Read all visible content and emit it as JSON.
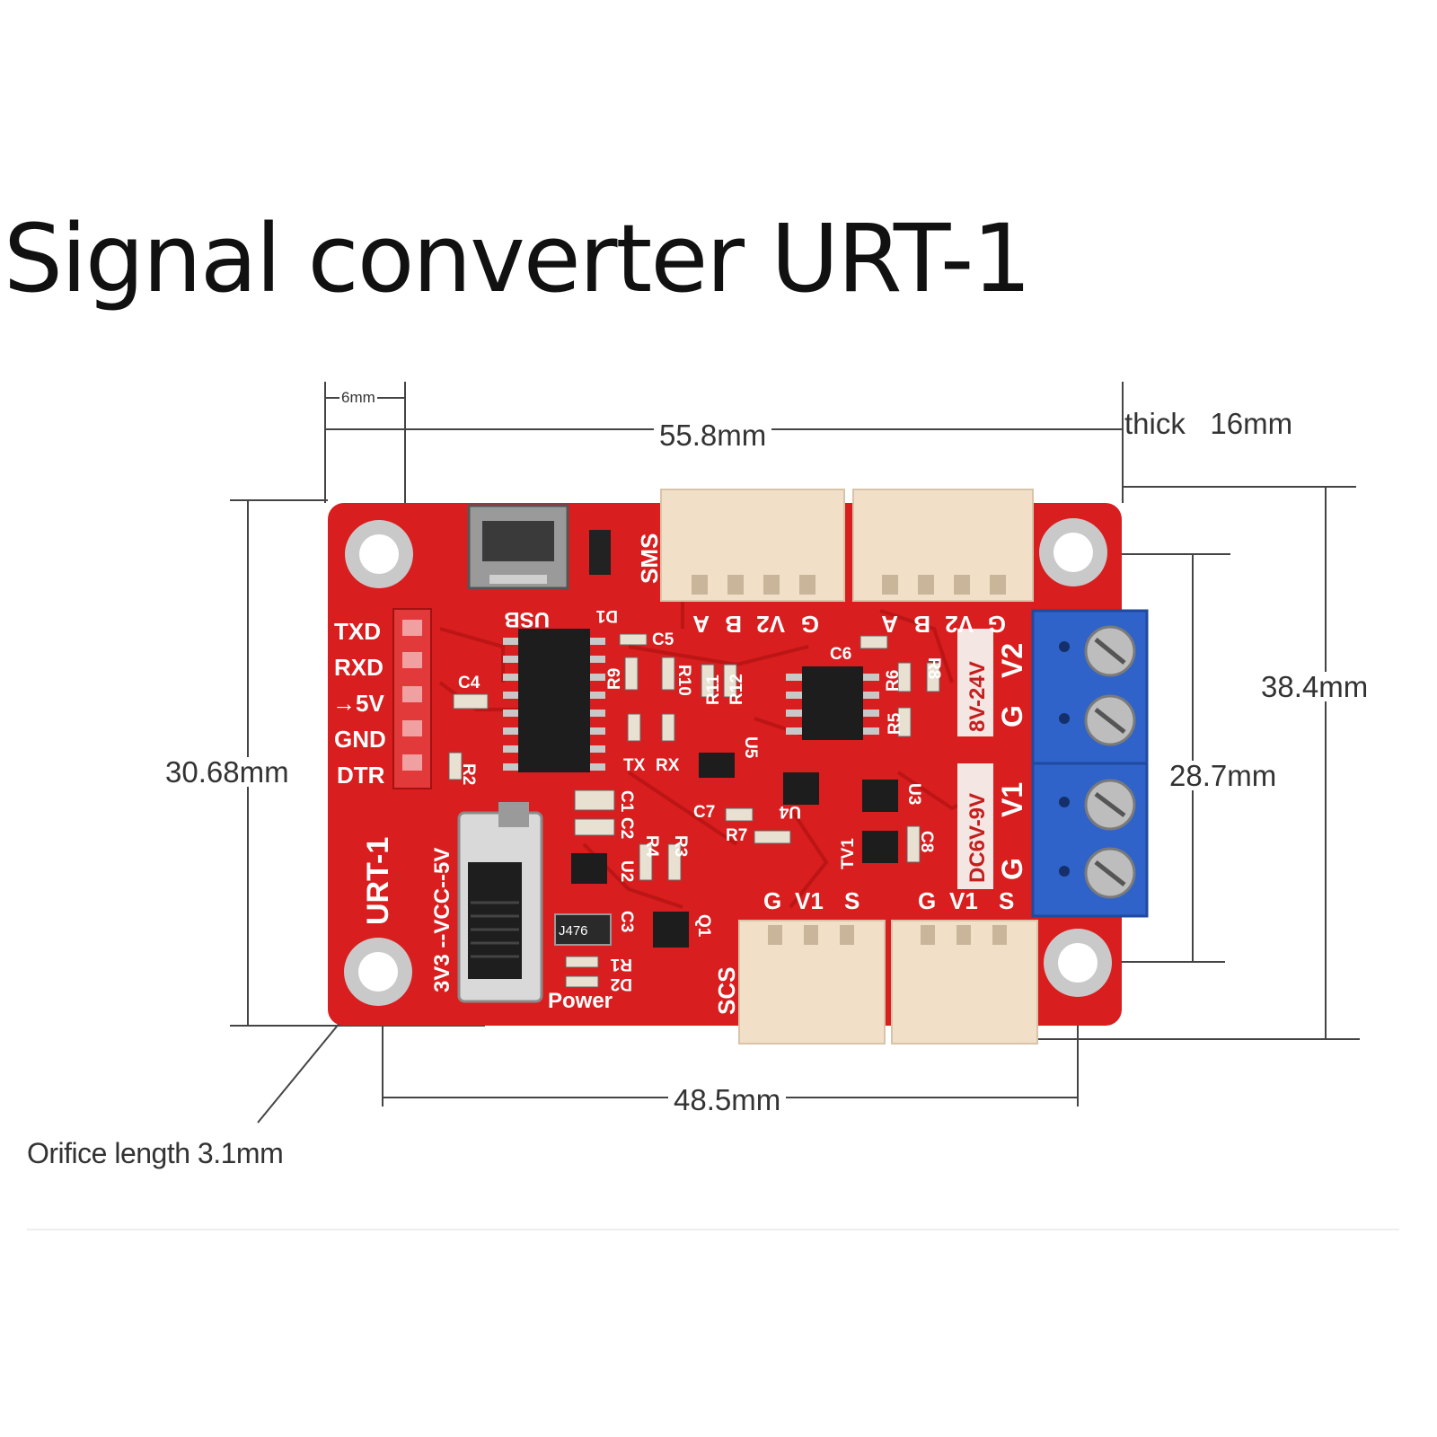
{
  "title": "Signal converter URT-1",
  "dimensions": {
    "hole_offset": "6mm",
    "length": "55.8mm",
    "thickness_label": "thick",
    "thickness_value": "16mm",
    "height": "38.4mm",
    "pcb_height": "30.68mm",
    "hole_vertical": "28.7mm",
    "hole_horizontal": "48.5mm",
    "orifice": "Orifice length 3.1mm"
  },
  "board": {
    "header_pins": [
      "TXD",
      "RXD",
      "→5V",
      "GND",
      "DTR"
    ],
    "sms_label": "SMS",
    "scs_label": "SCS",
    "usb_label": "USB",
    "model_label": "URT-1",
    "switch_label": "3V3 --VCC--5V",
    "power_label": "Power",
    "top_connector_pins": [
      "A",
      "B",
      "V2",
      "G"
    ],
    "bottom_connector_pins": [
      "G",
      "V1",
      "S"
    ],
    "v2_range": "8V-24V",
    "v1_range": "DC6V-9V",
    "terminal_labels": [
      "V2",
      "G",
      "V1",
      "G"
    ],
    "components": [
      "D1",
      "C5",
      "C4",
      "R2",
      "R9",
      "R10",
      "R11",
      "R12",
      "TX",
      "RX",
      "U5",
      "C6",
      "R6",
      "R8",
      "R5",
      "C1",
      "C2",
      "C3",
      "U2",
      "R4",
      "R3",
      "C7",
      "R7",
      "U4",
      "U3",
      "TV1",
      "C8",
      "Q1",
      "R1",
      "D2",
      "J476"
    ]
  },
  "colors": {
    "pcb": "#d81e1e",
    "connector": "#f1dfc7",
    "terminal": "#2f63c9",
    "dimension_line": "#444444"
  }
}
